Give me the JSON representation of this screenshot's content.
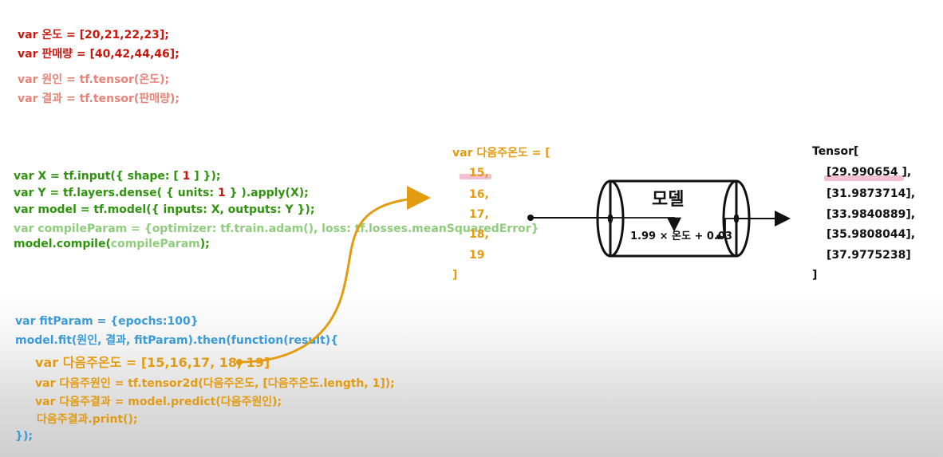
{
  "top_code": {
    "line1": "var 온도 = [20,21,22,23];",
    "line2": "var 판매량 = [40,42,44,46];",
    "line3": "var 원인 = tf.tensor(온도);",
    "line4": "var 결과 = tf.tensor(판매량);"
  },
  "model_code": {
    "line1_prefix": "var X = tf.input({ shape: [ ",
    "line1_value": "1",
    "line1_suffix": " ] });",
    "line2_prefix": "var Y = tf.layers.dense( { units: ",
    "line2_value": "1",
    "line2_suffix": " } ).apply(X);",
    "line3": "var model = tf.model({ inputs: X, outputs: Y });",
    "line4": "var compileParam = {optimizer: tf.train.adam(), loss: tf.losses.meanSquaredError}",
    "line5_prefix": "model.compile(",
    "line5_value": "compileParam",
    "line5_suffix": ");"
  },
  "fit_code": {
    "line1": "var fitParam = {epochs:100}",
    "line2": "model.fit(원인, 결과, fitParam).then(function(result){",
    "line3": "var 다음주온도 = [15,16,17, 18, 19]",
    "line4": "var 다음주원인 = tf.tensor2d(다음주온도, [다음주온도.length, 1]);",
    "line5": "var 다음주결과 = model.predict(다음주원인);",
    "line6": "다음주결과.print();",
    "line7": "});"
  },
  "input_block": {
    "header": "var 다음주온도 = [",
    "values": [
      "15,",
      "16,",
      "17,",
      "18,",
      "19"
    ],
    "closing": "]"
  },
  "model_diagram": {
    "title": "모델",
    "formula": "1.99 × 온도 + 0.03"
  },
  "tensor_output": {
    "header": "Tensor[",
    "values": [
      "[29.990654 ],",
      "[31.9873714],",
      "[33.9840889],",
      "[35.9808044],",
      "[37.9775238]"
    ],
    "closing": "]"
  },
  "colors": {
    "red": "#c8190f",
    "salmon": "#e68479",
    "green": "#2f930e",
    "lightgreen": "#8fcd7d",
    "blue": "#3b9bd6",
    "orange": "#e39c12",
    "highlight_pink": "#f2c1d1"
  }
}
